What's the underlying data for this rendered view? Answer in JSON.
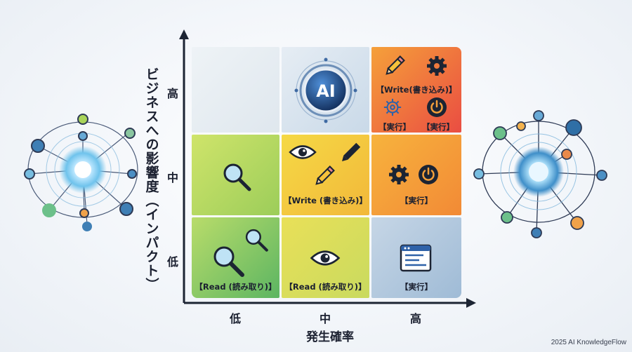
{
  "axes": {
    "y_title": "ビジネスへの影響度（インパクト）",
    "y_ticks": [
      "高",
      "中",
      "低"
    ],
    "x_title": "発生確率",
    "x_ticks": [
      "低",
      "中",
      "高"
    ]
  },
  "cells": {
    "high_mid": {
      "badge": "AI"
    },
    "high_high": {
      "title": "【Write(書き込み)】",
      "left": "【実行】",
      "right": "【実行】"
    },
    "mid_mid": {
      "label": "【Write (書き込み)】"
    },
    "mid_high": {
      "label": "【実行】"
    },
    "low_low": {
      "label": "【Read (読み取り)】"
    },
    "low_mid": {
      "label": "【Read (読み取り)】"
    },
    "low_high": {
      "label": "【実行】"
    }
  },
  "colors": {
    "orange": "#f59a3a",
    "red": "#ec5a43",
    "yellow": "#f0d84a",
    "green": "#76c06a",
    "blue": "#9cb8d4",
    "navy": "#1c2433"
  },
  "footer": {
    "credit": "2025 AI KnowledgeFlow"
  }
}
